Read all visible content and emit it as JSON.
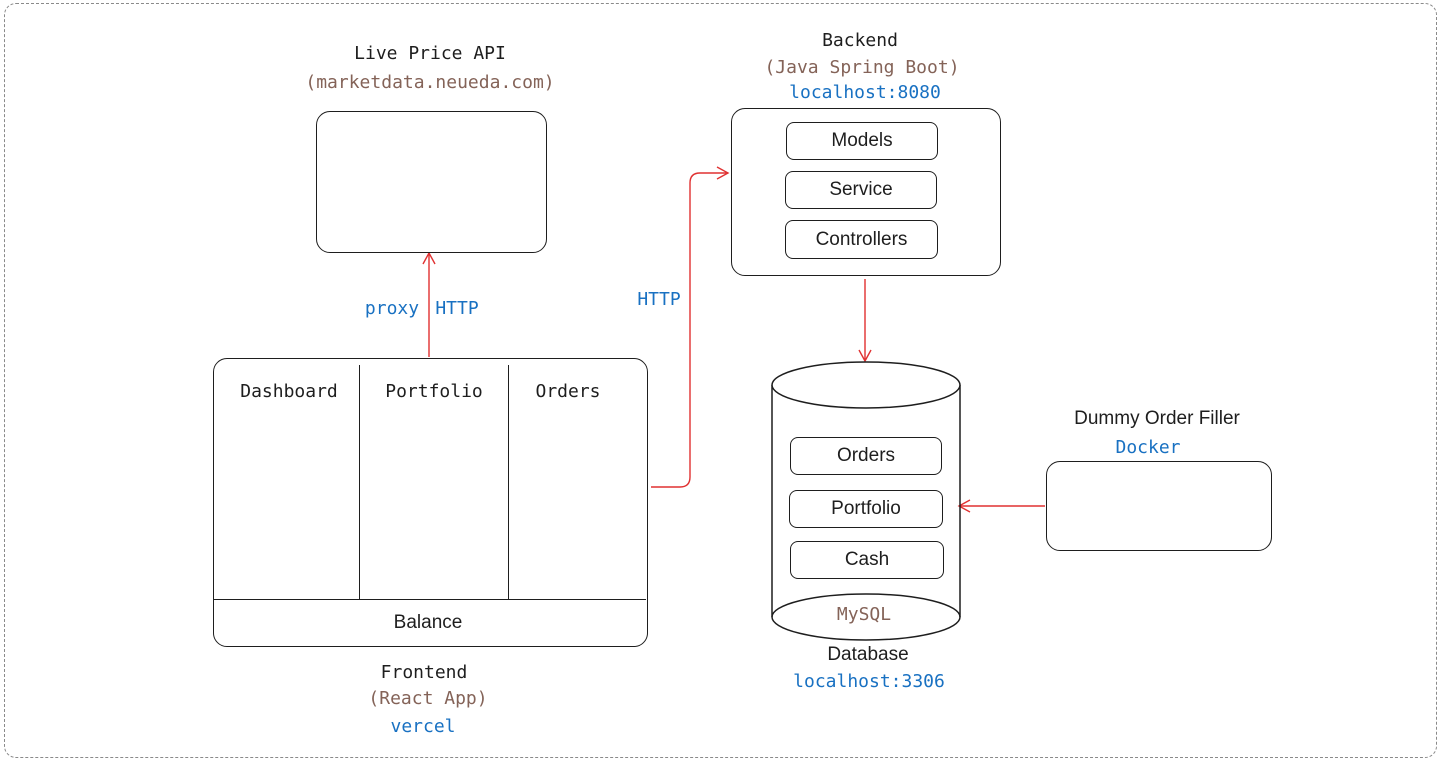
{
  "live_price_api": {
    "title": "Live Price API",
    "subtitle": "(marketdata.neueda.com)"
  },
  "backend": {
    "title": "Backend",
    "subtitle": "(Java Spring Boot)",
    "host": "localhost:8080",
    "modules": [
      "Models",
      "Service",
      "Controllers"
    ]
  },
  "frontend": {
    "title": "Frontend",
    "subtitle": "(React App)",
    "host": "vercel",
    "panels": [
      "Dashboard",
      "Portfolio",
      "Orders"
    ],
    "footer": "Balance"
  },
  "database": {
    "title": "Database",
    "host": "localhost:3306",
    "engine": "MySQL",
    "tables": [
      "Orders",
      "Portfolio",
      "Cash"
    ]
  },
  "order_filler": {
    "title": "Dummy Order Filler",
    "host": "Docker"
  },
  "connections": {
    "frontend_to_api_label_1": "proxy",
    "frontend_to_api_label_2": "HTTP",
    "frontend_to_backend_label": "HTTP"
  },
  "colors": {
    "text": "#1e1e1e",
    "subtitle": "#846358",
    "host": "#1971c2",
    "arrow": "#e03131",
    "border": "#1e1e1e"
  }
}
